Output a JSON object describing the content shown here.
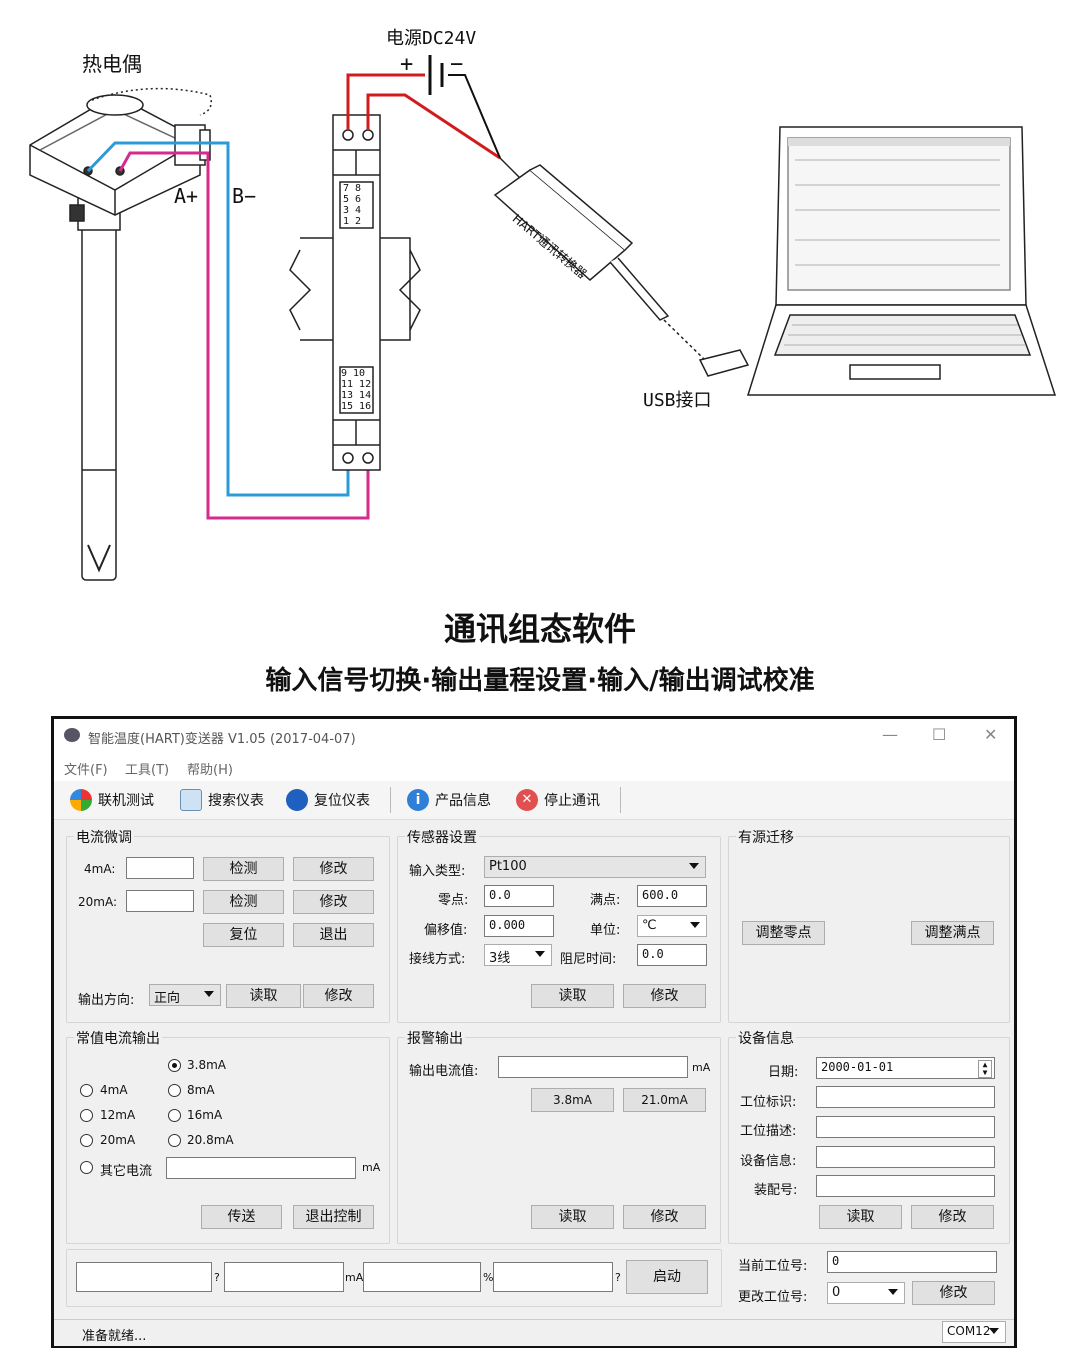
{
  "diagram": {
    "thermocouple_label": "热电偶",
    "power_label": "电源DC24V",
    "plus": "+",
    "minus": "−",
    "a_plus": "A+",
    "b_minus": "B−",
    "converter_label": "HART通讯转换器",
    "usb_label": "USB接口",
    "terminals_top": [
      "7  8",
      "5  6",
      "3  4",
      "1  2"
    ],
    "terminals_bottom": [
      "9  10",
      "11 12",
      "13 14",
      "15 16"
    ]
  },
  "headline": {
    "title": "通讯组态软件",
    "subtitle": "输入信号切换·输出量程设置·输入/输出调试校准"
  },
  "window": {
    "title": "智能温度(HART)变送器 V1.05 (2017-04-07)",
    "controls": [
      "—",
      "☐",
      "✕"
    ],
    "menu": [
      "文件(F)",
      "工具(T)",
      "帮助(H)"
    ],
    "toolbar": [
      {
        "label": "联机测试",
        "icon": "connect-icon"
      },
      {
        "label": "搜索仪表",
        "icon": "search-device-icon"
      },
      {
        "label": "复位仪表",
        "icon": "reset-icon"
      },
      {
        "label": "产品信息",
        "icon": "info-icon"
      },
      {
        "label": "停止通讯",
        "icon": "stop-icon"
      }
    ]
  },
  "current_trim": {
    "title": "电流微调",
    "rows": [
      {
        "label": "4mA:",
        "value": "",
        "btn1": "检测",
        "btn2": "修改"
      },
      {
        "label": "20mA:",
        "value": "",
        "btn1": "检测",
        "btn2": "修改"
      }
    ],
    "reset": "复位",
    "exit": "退出",
    "direction_label": "输出方向:",
    "direction_value": "正向",
    "read": "读取",
    "modify": "修改"
  },
  "sensor": {
    "title": "传感器设置",
    "input_type_label": "输入类型:",
    "input_type_value": "Pt100",
    "zero_label": "零点:",
    "zero_value": "0.0",
    "full_label": "满点:",
    "full_value": "600.0",
    "offset_label": "偏移值:",
    "offset_value": "0.000",
    "unit_label": "单位:",
    "unit_value": "℃",
    "wiring_label": "接线方式:",
    "wiring_value": "3线",
    "damping_label": "阻尼时间:",
    "damping_value": "0.0",
    "read": "读取",
    "modify": "修改"
  },
  "migration": {
    "title": "有源迁移",
    "zero_btn": "调整零点",
    "full_btn": "调整满点"
  },
  "constant": {
    "title": "常值电流输出",
    "options": [
      "3.8mA",
      "4mA",
      "8mA",
      "12mA",
      "16mA",
      "20mA",
      "20.8mA"
    ],
    "selected": "3.8mA",
    "other_label": "其它电流",
    "other_value": "",
    "other_unit": "mA",
    "send": "传送",
    "exit": "退出控制"
  },
  "alarm": {
    "title": "报警输出",
    "value_label": "输出电流值:",
    "value": "",
    "unit": "mA",
    "btn_low": "3.8mA",
    "btn_high": "21.0mA",
    "read": "读取",
    "modify": "修改"
  },
  "device": {
    "title": "设备信息",
    "date_label": "日期:",
    "date_value": "2000-01-01",
    "tag_label": "工位标识:",
    "desc_label": "工位描述:",
    "info_label": "设备信息:",
    "assembly_label": "装配号:",
    "read": "读取",
    "modify": "修改"
  },
  "bottom": {
    "q1": "?",
    "unit_ma": "mA",
    "unit_pct": "%",
    "q2": "?",
    "start": "启动",
    "current_addr_label": "当前工位号:",
    "current_addr_value": "0",
    "change_addr_label": "更改工位号:",
    "change_addr_value": "0",
    "modify": "修改"
  },
  "status": {
    "text": "准备就绪...",
    "port": "COM12"
  }
}
